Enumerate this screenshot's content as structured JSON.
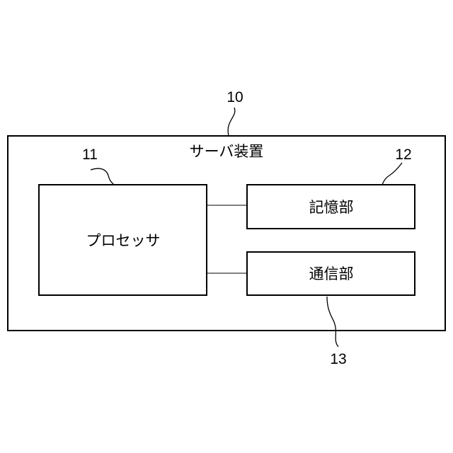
{
  "diagram": {
    "device": {
      "label": "サーバ装置",
      "ref": "10"
    },
    "processor": {
      "label": "プロセッサ",
      "ref": "11"
    },
    "storage": {
      "label": "記憶部",
      "ref": "12"
    },
    "communication": {
      "label": "通信部",
      "ref": "13"
    }
  }
}
